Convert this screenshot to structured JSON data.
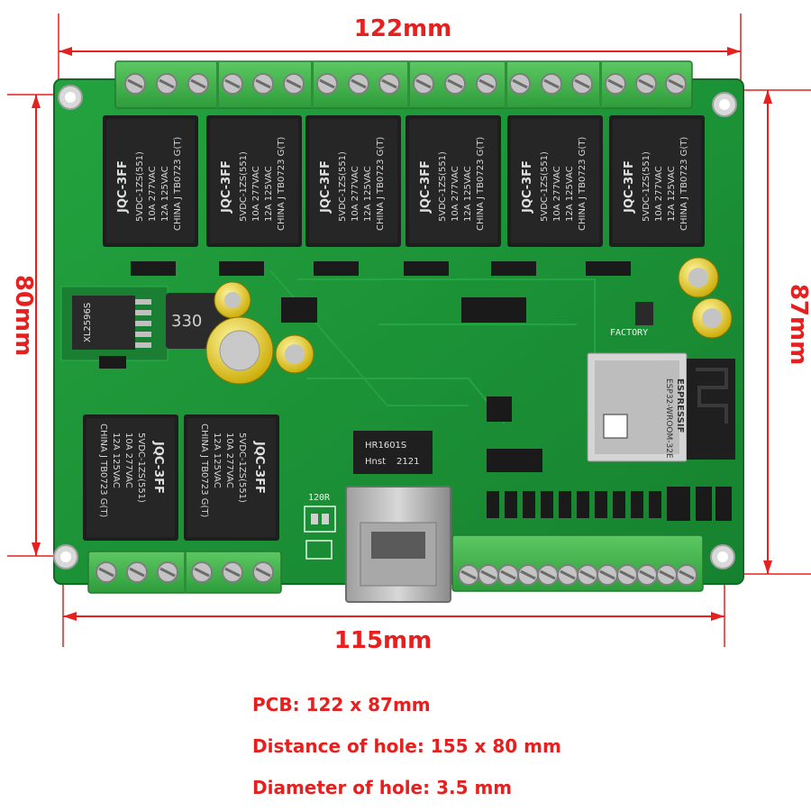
{
  "dimensions": {
    "top_width": "122mm",
    "bottom_width": "115mm",
    "left_height": "80mm",
    "right_height": "87mm"
  },
  "specs": {
    "pcb": "PCB: 122 x 87mm",
    "hole_distance": "Distance of hole: 155 x 80 mm",
    "hole_diameter": "Diameter of hole: 3.5 mm"
  },
  "board": {
    "relay_top_text": "JQC-3FF",
    "relay_rating_1": "5VDC-1ZS(551)",
    "relay_rating_2": "10A 277VAC",
    "relay_rating_3": "12A 125VAC",
    "relay_rating_4": "CHINA J TB0723 G(T)",
    "cap_label": "330",
    "regulator_label": "XL2596S",
    "esp_label": "ESPRESSIF",
    "esp_model": "ESP32-WROOM-32E",
    "transformer_label": "HR1601S",
    "transformer_brand": "Hnst",
    "transformer_code": "2121",
    "resistor_label": "120R",
    "factory_label": "FACTORY"
  },
  "colors": {
    "dimension": "#e5201f",
    "pcb": "#1f9a3a",
    "terminal": "#3fb54a",
    "relay": "#1c1c1c"
  }
}
